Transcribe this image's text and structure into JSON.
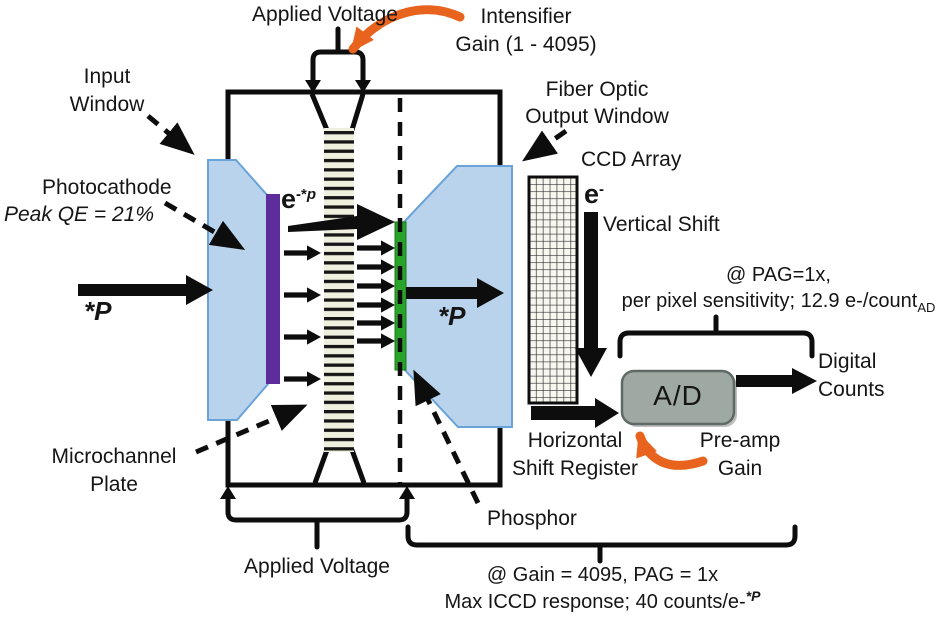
{
  "labels": {
    "applied_voltage_top": "Applied Voltage",
    "intensifier_line1": "Intensifier",
    "intensifier_line2": "Gain (1 - 4095)",
    "input_window_line1": "Input",
    "input_window_line2": "Window",
    "photocathode": "Photocathode",
    "peak_qe": "Peak QE = 21%",
    "photon_in": "*P",
    "electron_gain_base": "e",
    "electron_gain_sup": "-*",
    "electron_gain_sup_p": "p",
    "photon_out": "*P",
    "microchannel_line1": "Microchannel",
    "microchannel_line2": "Plate",
    "fiber_optic_line1": "Fiber Optic",
    "fiber_optic_line2": "Output Window",
    "ccd_array": "CCD Array",
    "ccd_electron_base": "e",
    "ccd_electron_sup": "-",
    "vertical_shift": "Vertical Shift",
    "pag_note_line1": "@ PAG=1x,",
    "pag_note_line2": "per pixel sensitivity; 12.9 e-/count",
    "pag_note_line2_sub": "AD",
    "digital_line1": "Digital",
    "digital_line2": "Counts",
    "ad_converter": "A/D",
    "preamp_line1": "Pre-amp",
    "preamp_line2": "Gain",
    "horizontal_line1": "Horizontal",
    "horizontal_line2": "Shift Register",
    "phosphor": "Phosphor",
    "applied_voltage_bottom": "Applied Voltage",
    "max_note_line1": "@ Gain = 4095, PAG = 1x",
    "max_note_line2": "Max ICCD response; 40 counts/e-",
    "max_note_line2_sup": "*P"
  },
  "colors": {
    "accent_orange": "#e8631d",
    "window_blue_fill": "#b9d3ec",
    "window_blue_border": "#6aa3d8",
    "photocathode_purple": "#5c2d9b",
    "phosphor_green": "#2aa32a",
    "ad_gray": "#9ea9a4",
    "line_black": "#0d0d0d",
    "mcp_cream": "#f0f0df"
  }
}
